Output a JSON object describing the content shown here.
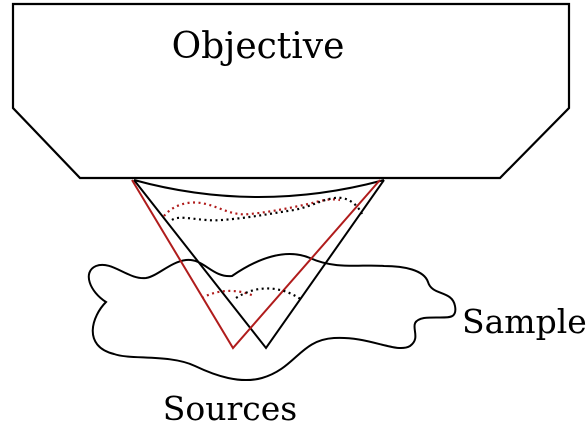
{
  "labels": {
    "objective": "Objective",
    "sample": "Sample",
    "sources": "Sources"
  },
  "colors": {
    "outline": "#000000",
    "red_path": "#b01c1c",
    "background": "#ffffff"
  }
}
